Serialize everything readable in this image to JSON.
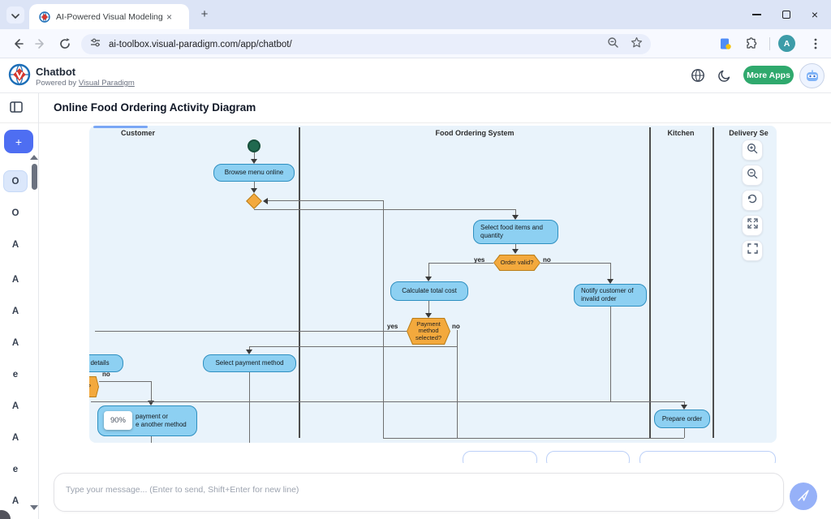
{
  "browser": {
    "tab_title": "AI-Powered Visual Modeling Ch",
    "url": "ai-toolbox.visual-paradigm.com/app/chatbot/",
    "profile_initial": "A"
  },
  "header": {
    "app_title": "Chatbot",
    "powered_prefix": "Powered by ",
    "powered_link_label": "Visual Paradigm",
    "more_apps_label": "More Apps"
  },
  "page": {
    "title": "Online Food Ordering Activity Diagram"
  },
  "sidebar": {
    "items": [
      "O",
      "O",
      "A",
      "A",
      "A",
      "A",
      "e",
      "A",
      "A",
      "e",
      "A"
    ]
  },
  "diagram": {
    "lanes": [
      "Customer",
      "Food Ordering System",
      "Kitchen",
      "Delivery Se"
    ],
    "zoom_level": "90%",
    "nodes": {
      "browse": "Browse menu online",
      "select_food": "Select food items and quantity",
      "order_valid": "Order valid?",
      "calc_cost": "Calculate total cost",
      "notify_invalid": "Notify customer of invalid order",
      "payment_method": "Payment method\nselected?",
      "details_fragment": "details",
      "select_payment": "Select payment method",
      "success_fragment": "l?",
      "retry_fragment": "payment or\ne another method",
      "prepare_order": "Prepare order"
    },
    "edge_labels": {
      "order_valid_yes": "yes",
      "order_valid_no": "no",
      "payment_yes": "yes",
      "payment_no": "no",
      "success_no": "no"
    }
  },
  "chat": {
    "placeholder": "Type your message... (Enter to send, Shift+Enter for new line)"
  }
}
